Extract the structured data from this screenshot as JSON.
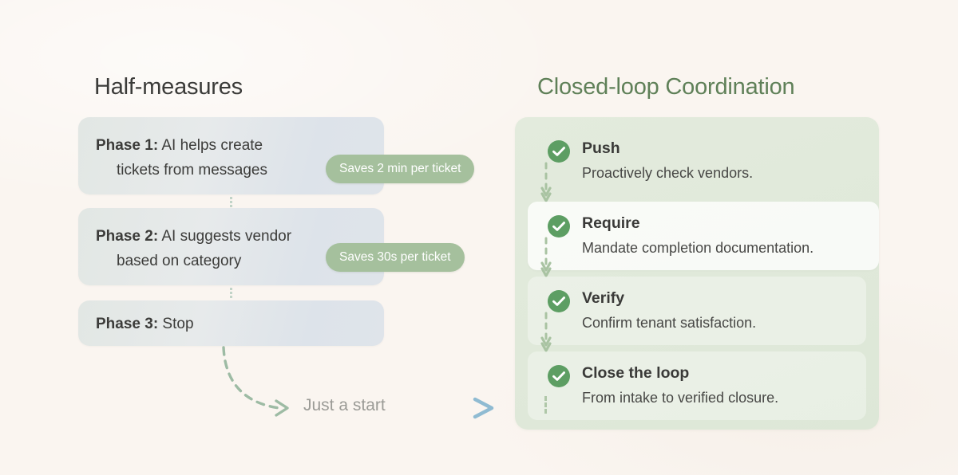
{
  "page": {
    "background_color": "#faf5f0",
    "accent_green": "#5f8058",
    "badge_green": "#a5c09d",
    "check_green": "#5d9e63",
    "arrow_blue": "#9dc4d8",
    "muted_gray": "#9b9b96"
  },
  "left_column": {
    "heading": "Half-measures",
    "phases": [
      {
        "label": "Phase 1:",
        "line1": " AI helps create",
        "line2": "tickets from messages",
        "badge": "Saves 2 min per ticket"
      },
      {
        "label": "Phase 2:",
        "line1": " AI suggests vendor",
        "line2": "based on category",
        "badge": "Saves 30s per ticket"
      },
      {
        "label": "Phase 3:",
        "line1": " Stop",
        "line2": "",
        "badge": ""
      }
    ],
    "transition_note": "Just a start"
  },
  "right_column": {
    "heading": "Closed-loop Coordination",
    "steps": [
      {
        "icon": "check-circle-icon",
        "title": "Push",
        "description": "Proactively check vendors."
      },
      {
        "icon": "check-circle-icon",
        "title": "Require",
        "description": "Mandate completion documentation."
      },
      {
        "icon": "check-circle-icon",
        "title": "Verify",
        "description": "Confirm tenant satisfaction."
      },
      {
        "icon": "check-circle-icon",
        "title": "Close the loop",
        "description": "From intake to verified closure."
      }
    ]
  }
}
